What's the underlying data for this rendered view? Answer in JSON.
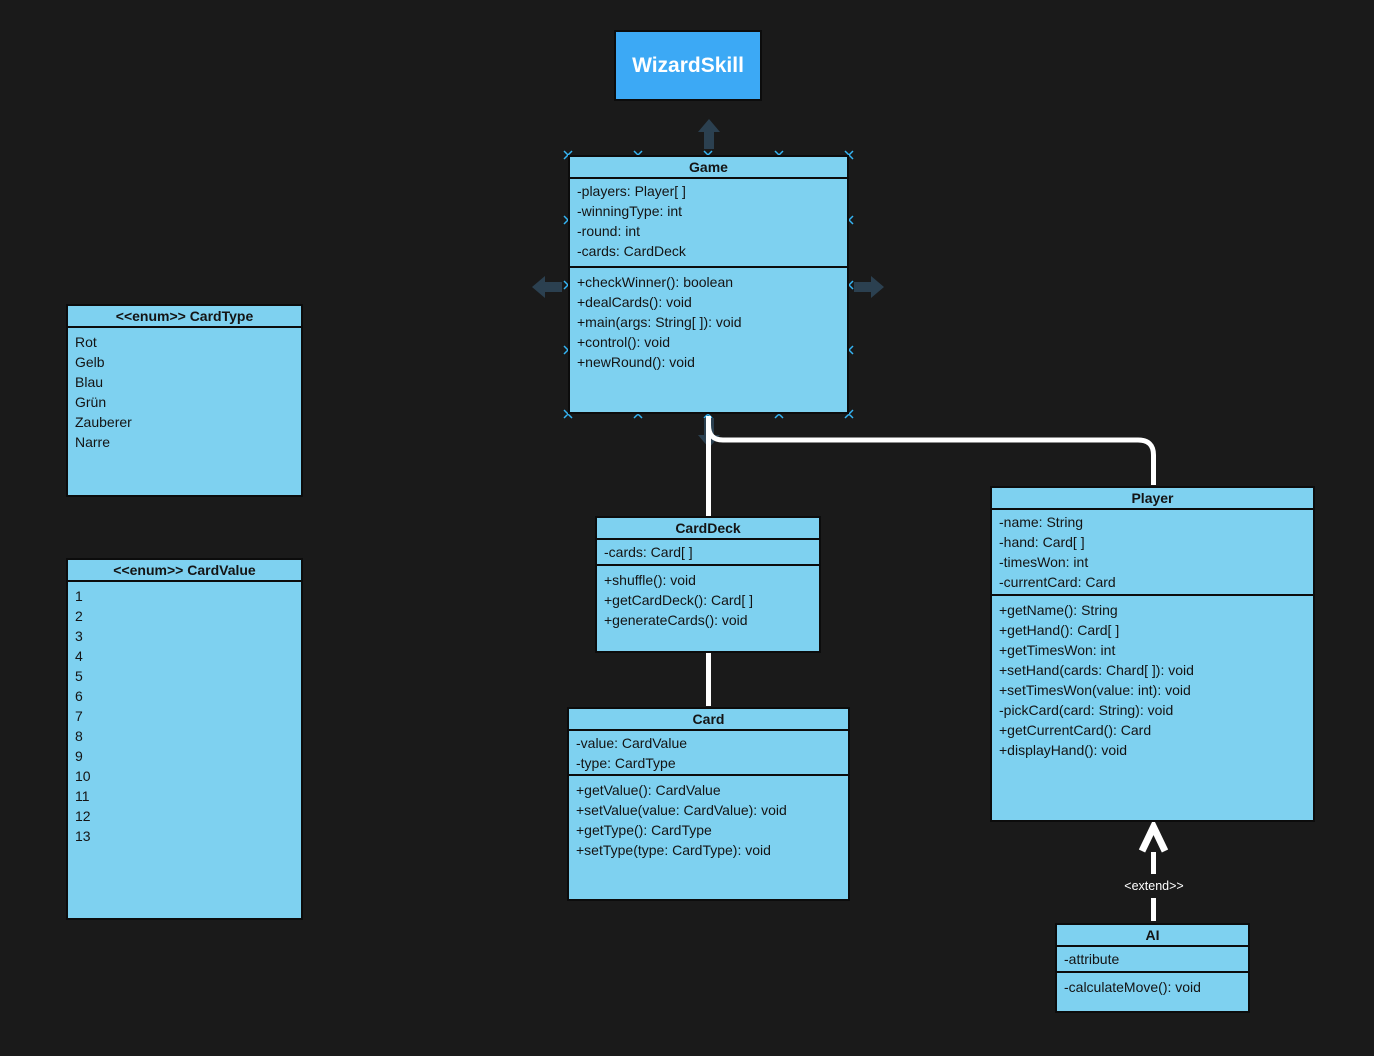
{
  "title_box": {
    "label": "WizardSkill"
  },
  "classes": {
    "game": {
      "name": "Game",
      "attributes": [
        "-players: Player[ ]",
        "-winningType: int",
        "-round: int",
        "-cards: CardDeck"
      ],
      "methods": [
        "+checkWinner(): boolean",
        "+dealCards(): void",
        "+main(args: String[ ]): void",
        "+control(): void",
        "+newRound(): void"
      ]
    },
    "card_type": {
      "name": "<<enum>> CardType",
      "values": [
        "Rot",
        "Gelb",
        "Blau",
        "Grün",
        "Zauberer",
        "Narre"
      ]
    },
    "card_value": {
      "name": "<<enum>> CardValue",
      "values": [
        "1",
        "2",
        "3",
        "4",
        "5",
        "6",
        "7",
        "8",
        "9",
        "10",
        "11",
        "12",
        "13"
      ]
    },
    "card_deck": {
      "name": "CardDeck",
      "attributes": [
        "-cards: Card[ ]"
      ],
      "methods": [
        "+shuffle(): void",
        "+getCardDeck(): Card[ ]",
        "+generateCards(): void"
      ]
    },
    "card": {
      "name": "Card",
      "attributes": [
        "-value: CardValue",
        "-type: CardType"
      ],
      "methods": [
        "+getValue(): CardValue",
        "+setValue(value: CardValue): void",
        "+getType(): CardType",
        "+setType(type: CardType): void"
      ]
    },
    "player": {
      "name": "Player",
      "attributes": [
        "-name: String",
        "-hand: Card[ ]",
        "-timesWon: int",
        "-currentCard: Card"
      ],
      "methods": [
        "+getName(): String",
        "+getHand(): Card[ ]",
        "+getTimesWon: int",
        "+setHand(cards: Chard[ ]): void",
        "+setTimesWon(value: int): void",
        "-pickCard(card: String): void",
        "+getCurrentCard(): Card",
        "+displayHand(): void"
      ]
    },
    "ai": {
      "name": "AI",
      "attributes": [
        "-attribute"
      ],
      "methods": [
        "-calculateMove(): void"
      ]
    }
  },
  "relationships": {
    "extend_label": "<extend>>"
  },
  "colors": {
    "background": "#1a1a1a",
    "class_fill": "#7ed1f0",
    "title_box_fill": "#3ca9f5",
    "connector": "#ffffff",
    "helper_arrow": "#2b4050",
    "selection_handle": "#35b5f5"
  }
}
